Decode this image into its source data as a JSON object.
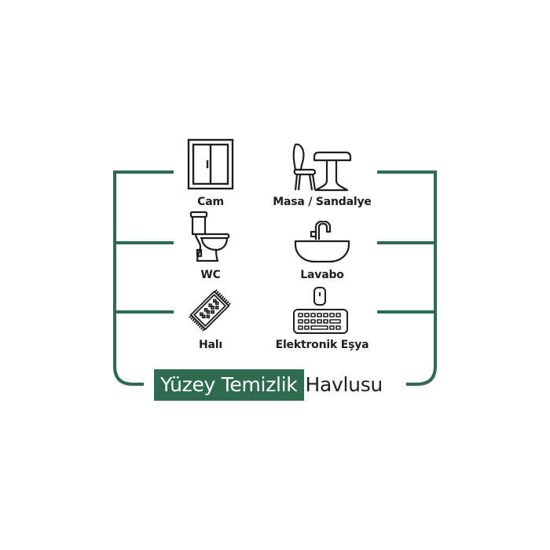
{
  "colors": {
    "accent_green": "#2e6b4f",
    "icon_stroke": "#1e1e1e",
    "background": "#ffffff"
  },
  "items": [
    {
      "label": "Cam",
      "icon": "window-icon"
    },
    {
      "label": "Masa / Sandalye",
      "icon": "table-chair-icon"
    },
    {
      "label": "WC",
      "icon": "toilet-icon"
    },
    {
      "label": "Lavabo",
      "icon": "sink-icon"
    },
    {
      "label": "Halı",
      "icon": "rug-icon"
    },
    {
      "label": "Elektronik Eşya",
      "icon": "keyboard-mouse-icon"
    }
  ],
  "title": {
    "highlighted": "Yüzey Temizlik",
    "rest": "Havlusu"
  }
}
